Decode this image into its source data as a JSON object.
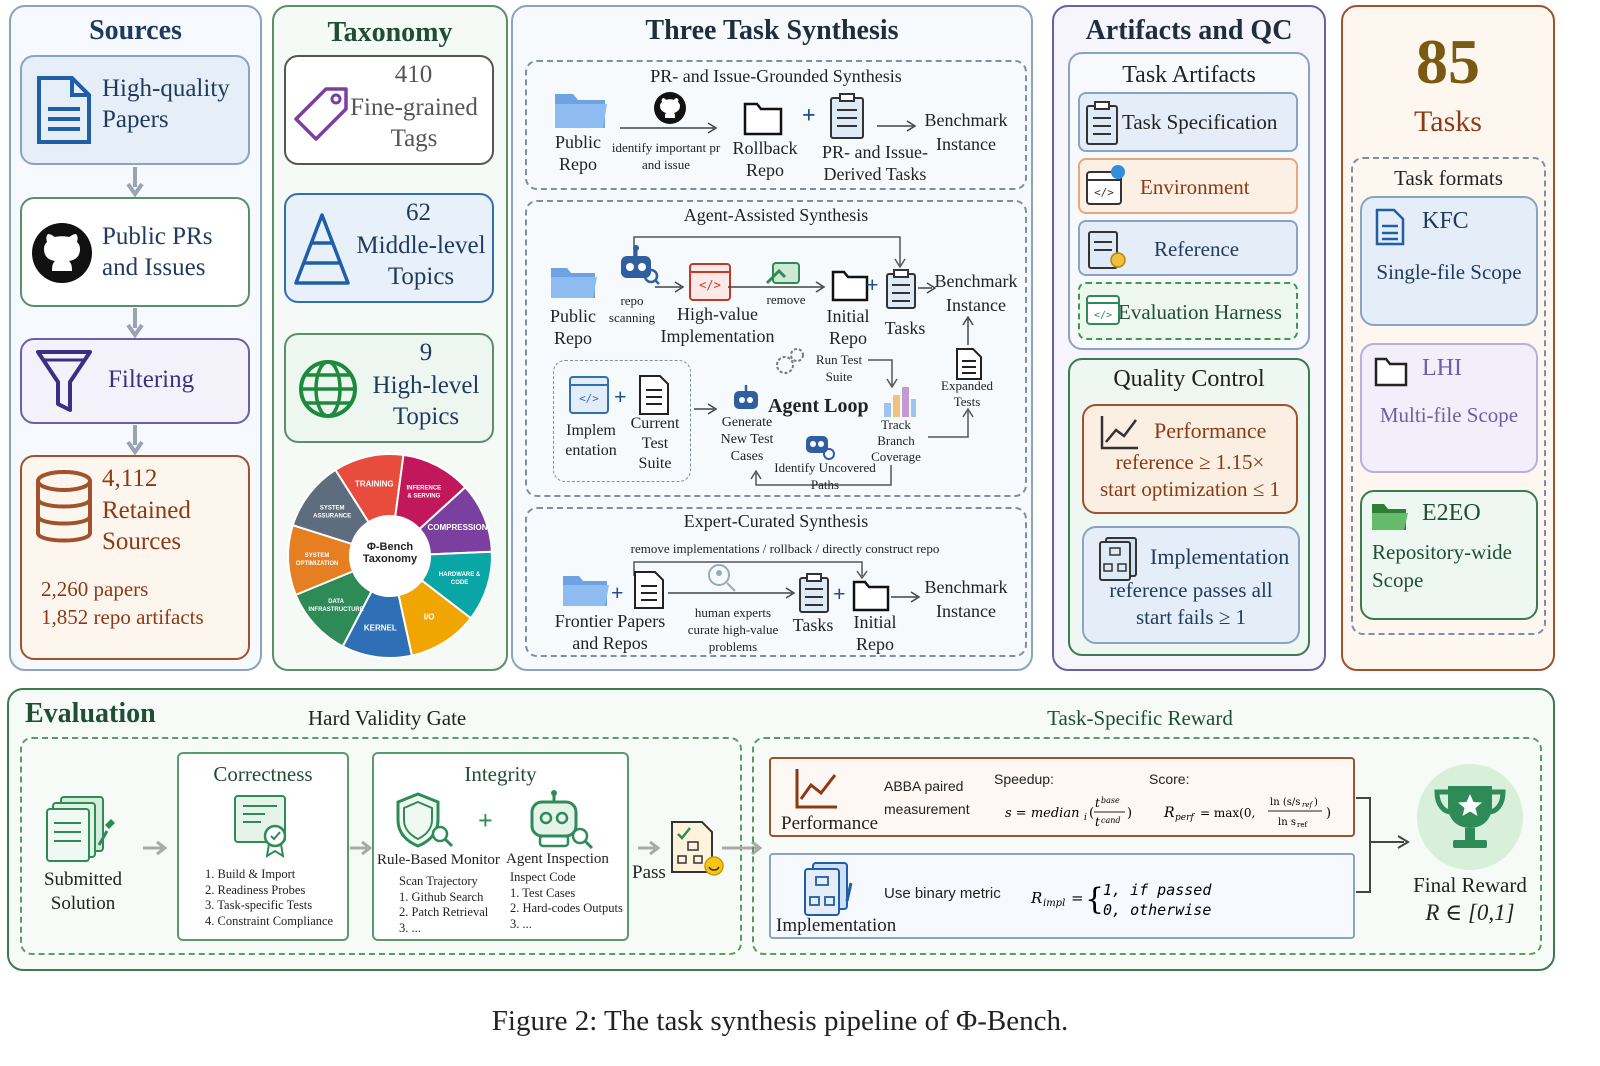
{
  "sources": {
    "title": "Sources",
    "papers_card": "High-quality Papers",
    "prs_card": "Public PRs and Issues",
    "filtering": "Filtering",
    "retained_count": "4,112",
    "retained_label": "Retained Sources",
    "papers_count": "2,260 papers",
    "repo_count": "1,852 repo artifacts"
  },
  "taxonomy": {
    "title": "Taxonomy",
    "tags_count": "410",
    "tags_label": "Fine-grained Tags",
    "mid_count": "62",
    "mid_label": "Middle-level Topics",
    "high_count": "9",
    "high_label": "High-level Topics",
    "wheel_center": "Φ-Bench Taxonomy",
    "wheel_segments": [
      {
        "label": "TRAINING",
        "color": "#e74c3c"
      },
      {
        "label": "INFERENCE & SERVING",
        "color": "#c2185b"
      },
      {
        "label": "COMPRESSION",
        "color": "#7b3fa0"
      },
      {
        "label": "HARDWARE & CODE",
        "color": "#0aa5a5"
      },
      {
        "label": "I/O",
        "color": "#f0a500"
      },
      {
        "label": "KERNEL",
        "color": "#2f6fb5"
      },
      {
        "label": "DATA INFRASTRUCTURE",
        "color": "#2e8b57"
      },
      {
        "label": "SYSTEM OPTIMIZATION",
        "color": "#e67e22"
      },
      {
        "label": "SYSTEM ASSURANCE",
        "color": "#5d6d7e"
      }
    ]
  },
  "synthesis": {
    "title": "Three Task Synthesis",
    "pr": {
      "title": "PR- and Issue-Grounded Synthesis",
      "public_repo": "Public Repo",
      "identify": "identify important pr and issue",
      "rollback": "Rollback Repo",
      "derived": "PR- and Issue-Derived Tasks",
      "benchmark": "Benchmark Instance"
    },
    "agent": {
      "title": "Agent-Assisted Synthesis",
      "public_repo": "Public Repo",
      "repo_scanning": "repo scanning",
      "high_value": "High-value Implementation",
      "remove": "remove",
      "initial_repo": "Initial Repo",
      "tasks": "Tasks",
      "benchmark": "Benchmark Instance",
      "implementation": "Implem entation",
      "current_suite": "Current Test Suite",
      "run_suite": "Run Test Suite",
      "agent_loop": "Agent Loop",
      "generate": "Generate New Test Cases",
      "track": "Track Branch Coverage",
      "identify_paths": "Identify Uncovered Paths",
      "expanded": "Expanded Tests"
    },
    "expert": {
      "title": "Expert-Curated Synthesis",
      "subtitle": "remove implementations / rollback / directly construct repo",
      "frontier": "Frontier Papers and Repos",
      "human": "human experts curate high-value problems",
      "tasks": "Tasks",
      "initial_repo": "Initial Repo",
      "benchmark": "Benchmark Instance"
    }
  },
  "artifacts": {
    "title": "Artifacts and QC",
    "task_artifacts": "Task Artifacts",
    "spec": "Task Specification",
    "env": "Environment",
    "reference": "Reference",
    "harness": "Evaluation Harness",
    "qc_title": "Quality Control",
    "perf_title": "Performance",
    "perf_l1": "reference ≥ 1.15×",
    "perf_l2": "start optimization ≤ 1",
    "impl_title": "Implementation",
    "impl_l1": "reference passes all",
    "impl_l2": "start fails ≥ 1"
  },
  "tasks": {
    "count": "85",
    "label": "Tasks",
    "formats_title": "Task formats",
    "kfc": "KFC",
    "kfc_scope": "Single-file Scope",
    "lhi": "LHI",
    "lhi_scope": "Multi-file Scope",
    "e2eo": "E2EO",
    "e2eo_scope": "Repository-wide Scope"
  },
  "evaluation": {
    "title": "Evaluation",
    "gate_title": "Hard Validity Gate",
    "submitted": "Submitted Solution",
    "correctness": "Correctness",
    "corr_items": [
      "1. Build & Import",
      "2. Readiness Probes",
      "3. Task-specific Tests",
      "4. Constraint Compliance"
    ],
    "integrity": "Integrity",
    "rule_monitor": "Rule-Based Monitor",
    "rule_sub": "Scan Trajectory",
    "rule_items": [
      "1. Github Search",
      "2. Patch Retrieval",
      "3. ..."
    ],
    "agent_insp": "Agent Inspection",
    "agent_sub": "Inspect Code",
    "agent_items": [
      "1. Test Cases",
      "2. Hard-codes Outputs",
      "3. ..."
    ],
    "pass": "Pass",
    "reward_title": "Task-Specific Reward",
    "performance": "Performance",
    "abba": "ABBA paired measurement",
    "speedup": "Speedup:",
    "score": "Score:",
    "implementation": "Implementation",
    "binary": "Use binary metric",
    "final": "Final Reward",
    "final_expr": "R ∈ [0,1]"
  },
  "caption": "Figure 2: The task synthesis pipeline of Φ-Bench."
}
